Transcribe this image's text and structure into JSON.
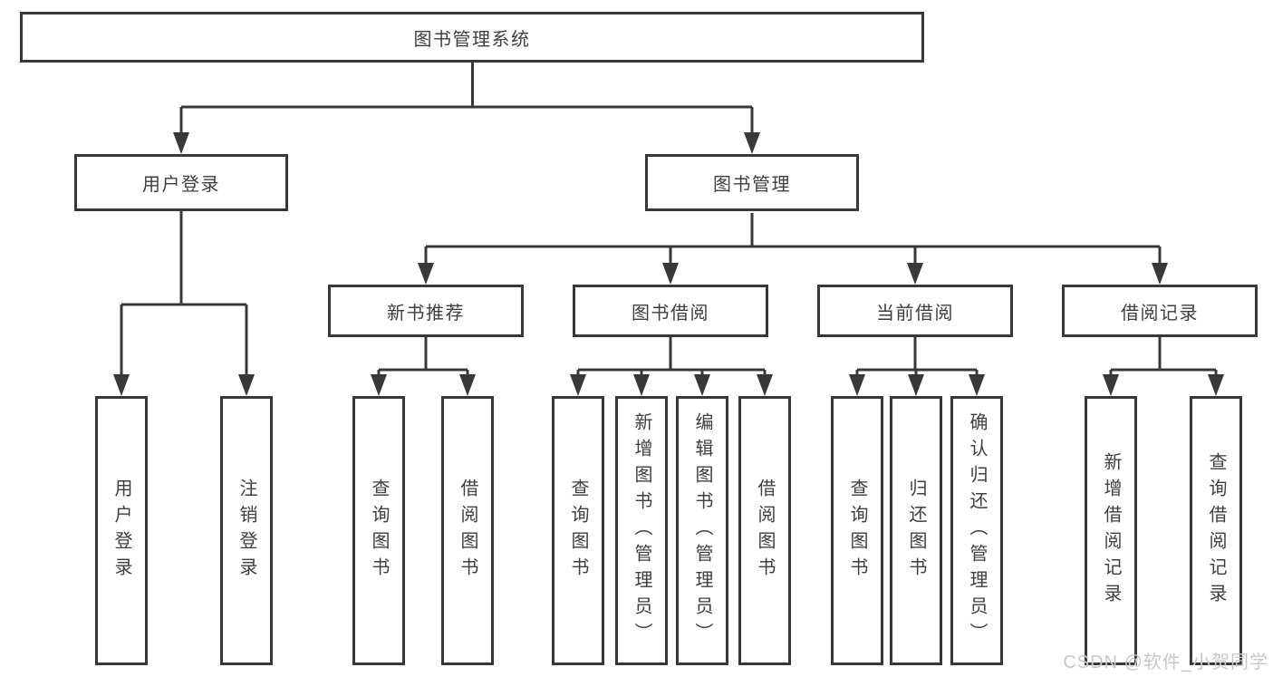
{
  "diagram": {
    "root": {
      "label": "图书管理系统",
      "children": [
        {
          "label": "用户登录",
          "children": [
            {
              "label": "用户登录"
            },
            {
              "label": "注销登录"
            }
          ]
        },
        {
          "label": "图书管理",
          "children": [
            {
              "label": "新书推荐",
              "children": [
                {
                  "label": "查询图书"
                },
                {
                  "label": "借阅图书"
                }
              ]
            },
            {
              "label": "图书借阅",
              "children": [
                {
                  "label": "查询图书"
                },
                {
                  "label": "新增图书（管理员）"
                },
                {
                  "label": "编辑图书（管理员）"
                },
                {
                  "label": "借阅图书"
                }
              ]
            },
            {
              "label": "当前借阅",
              "children": [
                {
                  "label": "查询图书"
                },
                {
                  "label": "归还图书"
                },
                {
                  "label": "确认归还（管理员）"
                }
              ]
            },
            {
              "label": "借阅记录",
              "children": [
                {
                  "label": "新增借阅记录"
                },
                {
                  "label": "查询借阅记录"
                }
              ]
            }
          ]
        }
      ]
    }
  },
  "watermark": {
    "text": "CSDN @软件_小贺同学"
  },
  "colors": {
    "line": "#383838",
    "box_border": "#383838",
    "box_fill": "#ffffff",
    "text": "#3f3f3f",
    "watermark": "#c8c8c8",
    "background": "#ffffff"
  }
}
